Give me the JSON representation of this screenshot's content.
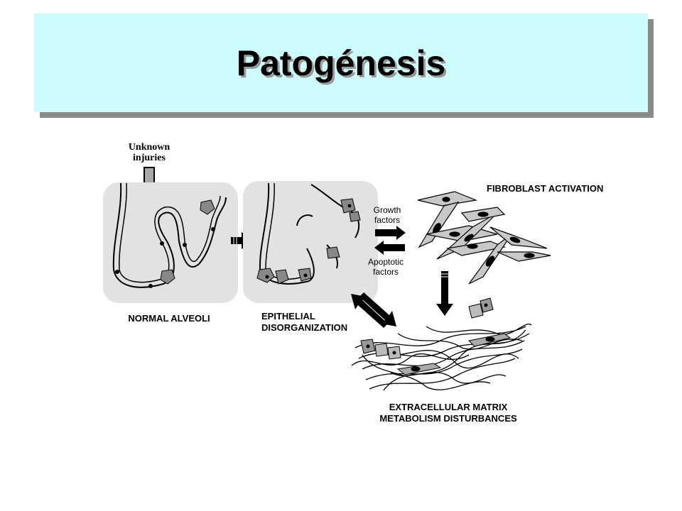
{
  "slide": {
    "title": "Patogénesis"
  },
  "diagram": {
    "unknown_injuries_line1": "Unknown",
    "unknown_injuries_line2": "injuries",
    "normal_alveoli": "NORMAL ALVEOLI",
    "epithelial_line1": "EPITHELIAL",
    "epithelial_line2": "DISORGANIZATION",
    "fibroblast_activation": "FIBROBLAST ACTIVATION",
    "growth_line1": "Growth",
    "growth_line2": "factors",
    "apoptotic_line1": "Apoptotic",
    "apoptotic_line2": "factors",
    "ecm_line1": "EXTRACELLULAR MATRIX",
    "ecm_line2": "METABOLISM DISTURBANCES"
  }
}
